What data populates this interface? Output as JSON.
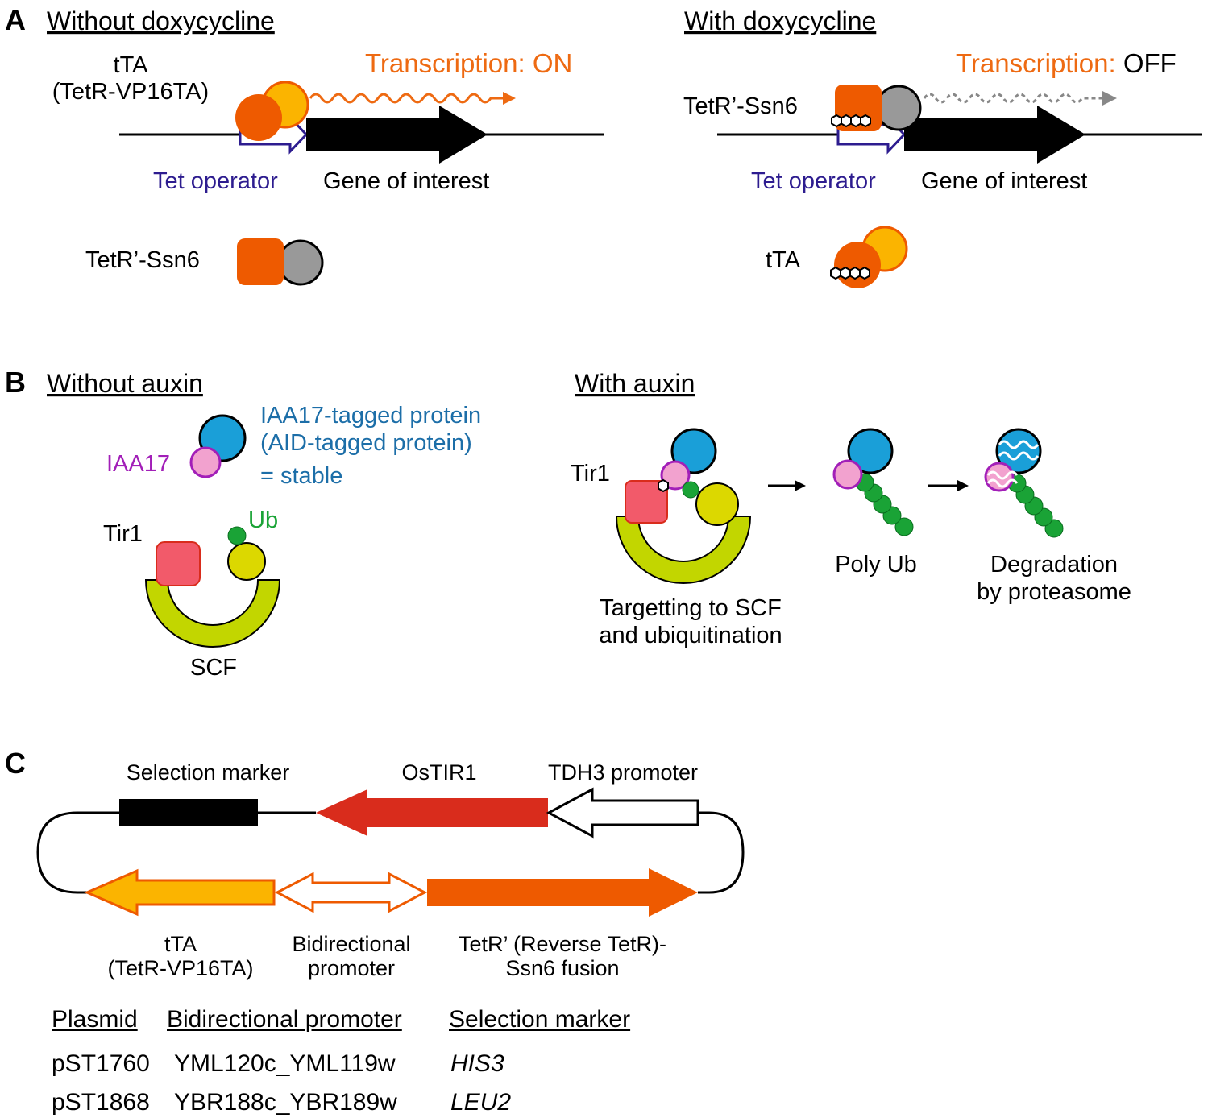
{
  "panel_a": {
    "section": "A",
    "left": {
      "title": "Without doxycycline",
      "tta_line1": "tTA",
      "tta_line2": "(TetR-VP16TA)",
      "transcription": "Transcription: ON",
      "operator": "Tet operator",
      "gene": "Gene of interest",
      "free_protein": "TetR’-Ssn6"
    },
    "right": {
      "title": "With doxycycline",
      "transcription_prefix": "Transcription: ",
      "transcription_state": "OFF",
      "bound_protein": "TetR’-Ssn6",
      "operator": "Tet operator",
      "gene": "Gene of interest",
      "free_protein": "tTA"
    }
  },
  "panel_b": {
    "section": "B",
    "left": {
      "title": "Without auxin",
      "tag": "IAA17",
      "desc_line1": "IAA17-tagged protein",
      "desc_line2": "(AID-tagged protein)",
      "desc_line3": "= stable",
      "tir1": "Tir1",
      "ub": "Ub",
      "scf": "SCF"
    },
    "right": {
      "title": "With auxin",
      "tir1": "Tir1",
      "step1_line1": "Targetting to SCF",
      "step1_line2": "and ubiquitination",
      "step2": "Poly Ub",
      "step3_line1": "Degradation",
      "step3_line2": "by proteasome"
    }
  },
  "panel_c": {
    "section": "C",
    "selection_marker": "Selection marker",
    "ostir1": "OsTIR1",
    "tdh3": "TDH3 promoter",
    "tta_line1": "tTA",
    "tta_line2": "(TetR-VP16TA)",
    "bidir_line1": "Bidirectional",
    "bidir_line2": "promoter",
    "tetr_line1": "TetR’  (Reverse TetR)-",
    "tetr_line2": "Ssn6 fusion",
    "table": {
      "headers": [
        "Plasmid",
        "Bidirectional promoter",
        "Selection marker"
      ],
      "rows": [
        [
          "pST1760",
          "YML120c_YML119w",
          "HIS3"
        ],
        [
          "pST1868",
          "YBR188c_YBR189w",
          "LEU2"
        ]
      ]
    }
  },
  "colors": {
    "tetr_orange": "#ee5a00",
    "vp16_yellow": "#fbb400",
    "ssn6_gray": "#999999",
    "operator_blue": "#2d1c8f",
    "transcription_orange": "#ee6a12",
    "protein_blue": "#1a9fd8",
    "iaa17_pink": "#f2a2cf",
    "iaa17_purple": "#a21fb8",
    "ub_green": "#1aa336",
    "tir1_red": "#f25a6a",
    "scf_green": "#c2d600",
    "adaptor_yellow": "#dcd800",
    "ostir1_red": "#d92c1c",
    "text_blue": "#1c6ea8"
  }
}
